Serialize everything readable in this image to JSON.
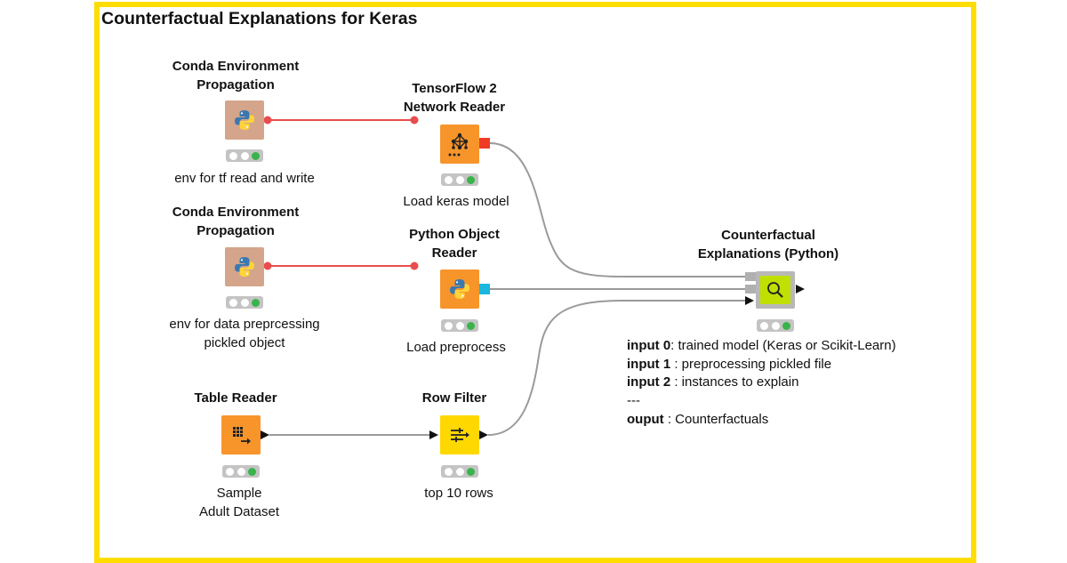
{
  "workflow": {
    "title": "Counterfactual Explanations for Keras"
  },
  "colors": {
    "frame": "#ffdd00",
    "conda_node": "#d4a58a",
    "reader_node": "#f7952b",
    "filter_node": "#ffd800",
    "explainer_node": "#bfe000",
    "flow_variable_line": "#e84c4c",
    "data_line": "#9a9a9a",
    "status_green": "#38b44a",
    "keras_port": "#ef3b24",
    "python_port": "#1ab7e0"
  },
  "nodes": {
    "conda1": {
      "title_line1": "Conda Environment",
      "title_line2": "Propagation",
      "annotation_line1": "env for tf read and write",
      "icon": "python-icon"
    },
    "tf_reader": {
      "title_line1": "TensorFlow 2",
      "title_line2": "Network Reader",
      "annotation_line1": "Load keras model",
      "icon": "network-icon"
    },
    "conda2": {
      "title_line1": "Conda Environment",
      "title_line2": "Propagation",
      "annotation_line1": "env for data preprcessing",
      "annotation_line2": "pickled object",
      "icon": "python-icon"
    },
    "py_reader": {
      "title_line1": "Python Object",
      "title_line2": "Reader",
      "annotation_line1": "Load preprocess",
      "icon": "python-icon"
    },
    "table_reader": {
      "title_line1": "Table Reader",
      "annotation_line1": "Sample",
      "annotation_line2": "Adult Dataset",
      "icon": "table-read-icon"
    },
    "row_filter": {
      "title_line1": "Row Filter",
      "annotation_line1": "top 10 rows",
      "icon": "filter-icon"
    },
    "counterfactual": {
      "title_line1": "Counterfactual",
      "title_line2": "Explanations (Python)",
      "icon": "magnifier-icon"
    }
  },
  "description": {
    "l1_key": "input 0",
    "l1_val": ": trained model (Keras or Scikit-Learn)",
    "l2_key": "input 1",
    "l2_val": " : preprocessing pickled file",
    "l3_key": "input 2",
    "l3_val": " : instances to explain",
    "l4": "---",
    "l5_key": "ouput",
    "l5_val": " : Counterfactuals"
  }
}
